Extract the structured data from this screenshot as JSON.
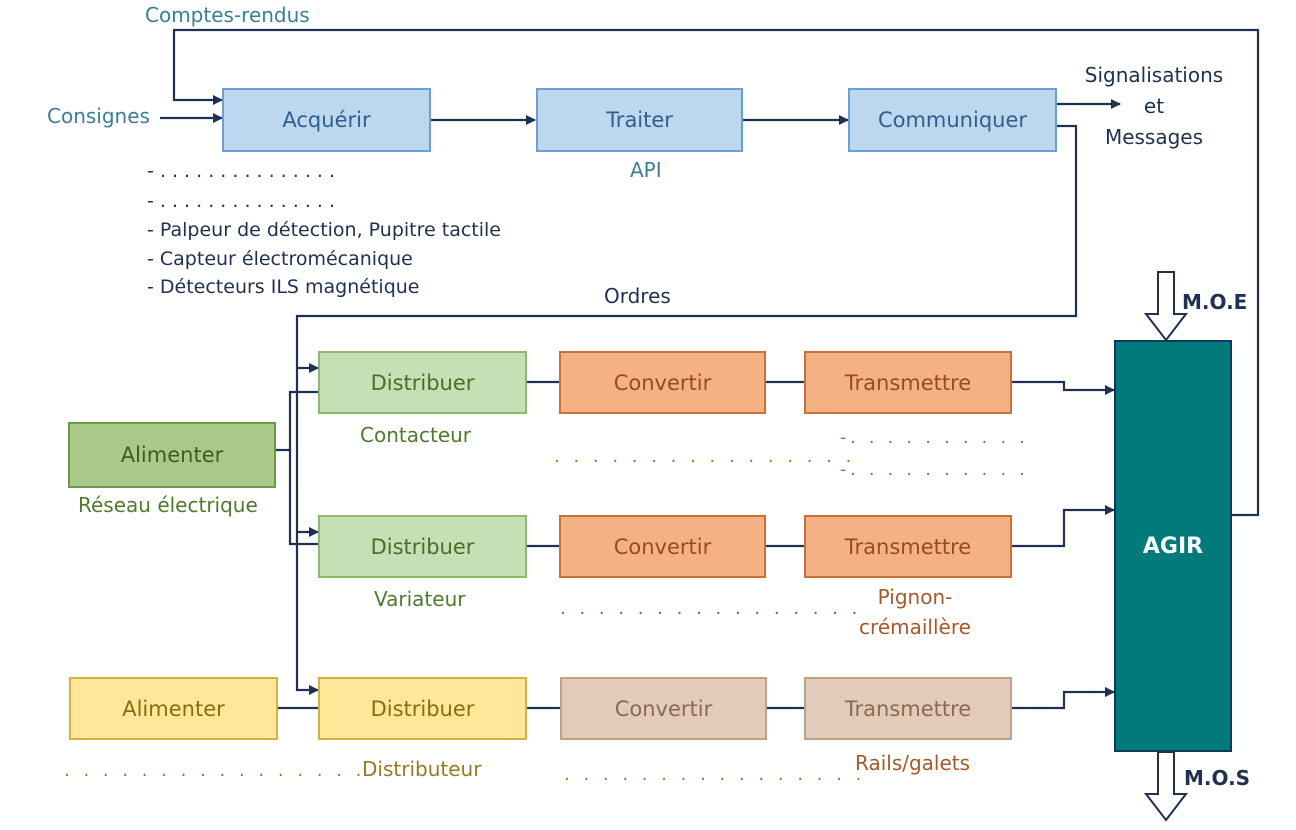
{
  "chain_info": {
    "acquerir": "Acquérir",
    "traiter": "Traiter",
    "communiquer": "Communiquer",
    "api": "API",
    "comptes_rendus": "Comptes-rendus",
    "consignes": "Consignes",
    "signalisations": [
      "Signalisations",
      "et",
      "Messages"
    ],
    "ordres": "Ordres",
    "list": [
      "- . . . . . . . . . . . . . . .",
      "- . . . . . . . . . . . . . . .",
      "-  Palpeur de détection, Pupitre tactile",
      "-  Capteur électromécanique",
      "-  Détecteurs ILS magnétique"
    ]
  },
  "chain_energy": {
    "row1": {
      "distribuer": "Distribuer",
      "convertir": "Convertir",
      "transmettre": "Transmettre",
      "distribuer_label": "Contacteur",
      "convertir_dots": ". . . . . . . . . . . . . . . .",
      "transmettre_dots": [
        "-. . . . . . . . . .",
        "-. . . . . . . . . ."
      ]
    },
    "alimenter1": {
      "label": "Alimenter",
      "caption": "Réseau électrique"
    },
    "row2": {
      "distribuer": "Distribuer",
      "convertir": "Convertir",
      "transmettre": "Transmettre",
      "distribuer_label": "Variateur",
      "convertir_dots": ". . . . . . . . . . . . . . . .",
      "transmettre_label": [
        "Pignon-",
        "crémaillère"
      ]
    },
    "row3": {
      "alimenter": "Alimenter",
      "alimenter_dots": ". . . . . . . . . . . . . . . .",
      "distribuer": "Distribuer",
      "convertir": "Convertir",
      "transmettre": "Transmettre",
      "distribuer_label": "Distributeur",
      "convertir_dots": ". . . . . . . . . . . . . . . .",
      "transmettre_label": "Rails/galets"
    }
  },
  "agir": {
    "label": "AGIR",
    "moe": "M.O.E",
    "mos": "M.O.S"
  }
}
